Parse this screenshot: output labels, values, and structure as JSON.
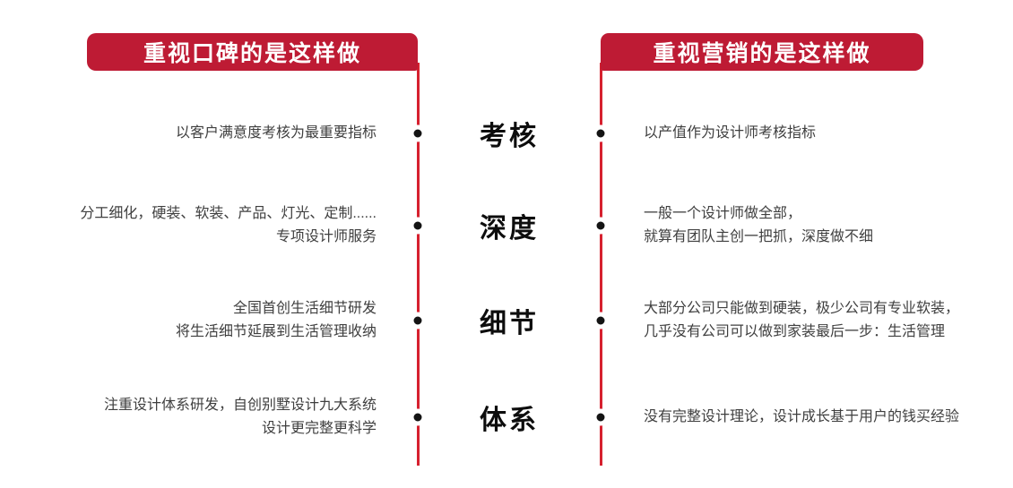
{
  "colors": {
    "banner_red": "#BE1B34",
    "line_red": "#D6212F",
    "body_text": "#3F3F3F",
    "category_text": "#0D0D0D",
    "background": "#FFFFFF"
  },
  "headers": {
    "left": "重视口碑的是这样做",
    "right": "重视营销的是这样做"
  },
  "icons": {
    "marker": "bullseye-icon"
  },
  "rows": [
    {
      "category": "考核",
      "left_lines": [
        "以客户满意度考核为最重要指标"
      ],
      "right_lines": [
        "以产值作为设计师考核指标"
      ]
    },
    {
      "category": "深度",
      "left_lines": [
        "分工细化，硬装、软装、产品、灯光、定制......",
        "专项设计师服务"
      ],
      "right_lines": [
        "一般一个设计师做全部，",
        "就算有团队主创一把抓，深度做不细"
      ]
    },
    {
      "category": "细节",
      "left_lines": [
        "全国首创生活细节研发",
        "将生活细节延展到生活管理收纳"
      ],
      "right_lines": [
        "大部分公司只能做到硬装，极少公司有专业软装，",
        "几乎没有公司可以做到家装最后一步：生活管理"
      ]
    },
    {
      "category": "体系",
      "left_lines": [
        "注重设计体系研发，自创别墅设计九大系统",
        "设计更完整更科学"
      ],
      "right_lines": [
        "没有完整设计理论，设计成长基于用户的钱买经验"
      ]
    }
  ]
}
